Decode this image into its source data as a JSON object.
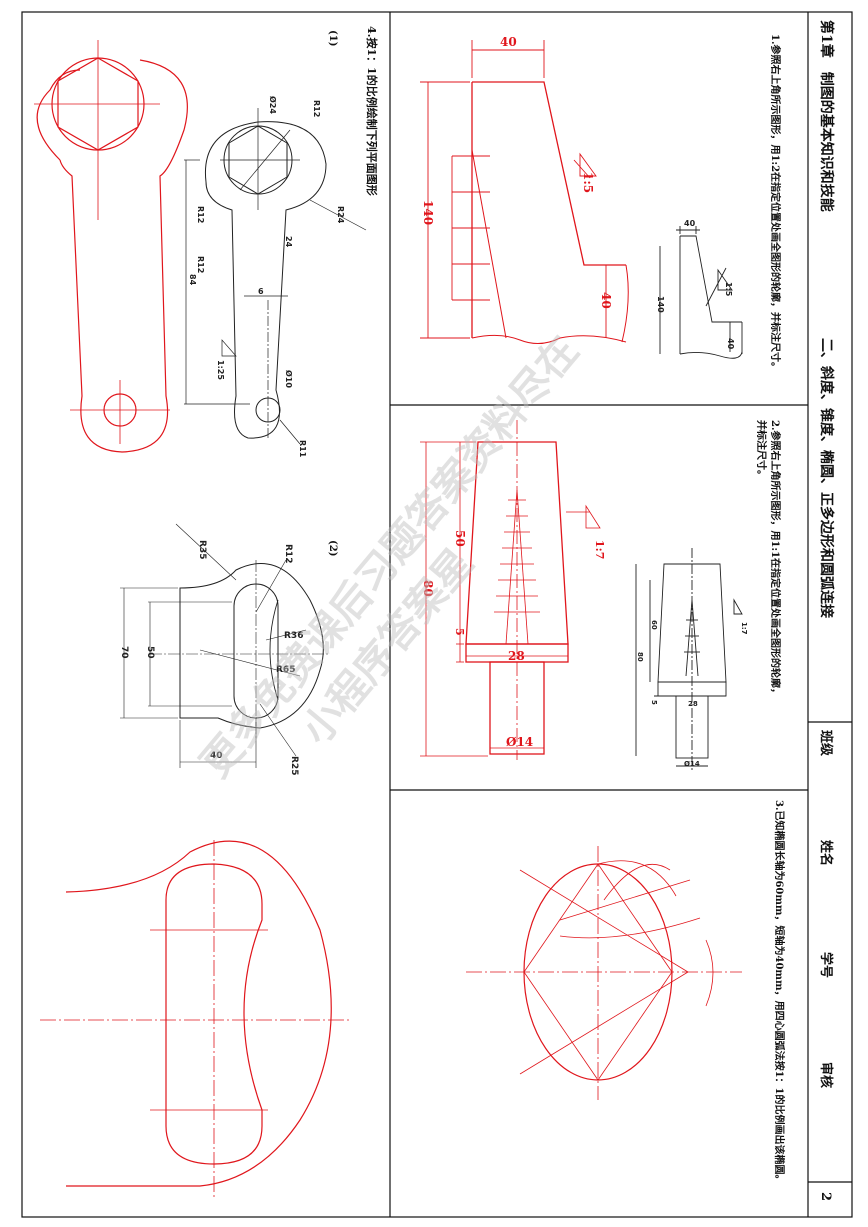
{
  "chapter": {
    "title": "第1章　制图的基本知识和技能",
    "section": "二、斜度、锥度、椭圆、正多边形和圆弧连接"
  },
  "form": {
    "class_label": "班级",
    "name_label": "姓名",
    "id_label": "学号",
    "review_label": "审核",
    "page_number": "2"
  },
  "exercises": {
    "ex1": "1.参照右上角所示图形，用1:2在指定位置处画全图形的轮廓，并标注尺寸。",
    "ex2_line1": "2.参照右上角所示图形，用1:1在指定位置处画全图形的轮廓，",
    "ex2_line2": "并标注尺寸。",
    "ex3": "3.已知椭圆长轴为60mm，短轴为40mm，用四心圆弧法按1：1的比例画出该椭圆。",
    "ex4": "4.按1：1的比例绘制下列平面图形",
    "ex4_part1": "(1)",
    "ex4_part2": "(2)"
  },
  "dims_ex1_ref": {
    "top": "40",
    "height": "140",
    "slope": "1:5",
    "step": "40"
  },
  "dims_ex1_ans": {
    "top": "40",
    "height": "140",
    "slope": "1:5",
    "step": "40"
  },
  "dims_ex2_ref": {
    "h1": "60",
    "h2": "80",
    "h3": "5",
    "w": "28",
    "d": "Ø14",
    "taper": "1:7"
  },
  "dims_ex2_ans": {
    "h1": "50",
    "h2": "80",
    "h3": "5",
    "w": "28",
    "d": "Ø14",
    "taper": "1:7"
  },
  "dims_ex4_1": {
    "r12a": "R12",
    "d24a": "Ø24",
    "r12b": "R12",
    "r12c": "R12",
    "d24b": "24",
    "r24": "R24",
    "len84": "84",
    "w6": "6",
    "taper": "1:25",
    "d10": "Ø10",
    "r11": "R11"
  },
  "dims_ex4_2": {
    "r35": "R35",
    "r12": "R12",
    "r36": "R36",
    "r65": "R65",
    "r25": "R25",
    "h70": "70",
    "h50": "50",
    "w40": "40"
  },
  "watermark": {
    "line1": "更多免费课后习题答案资料尽在",
    "line2": "小程序答案星"
  },
  "colors": {
    "red": "#e0161c",
    "black": "#222222",
    "frame": "#111111"
  }
}
